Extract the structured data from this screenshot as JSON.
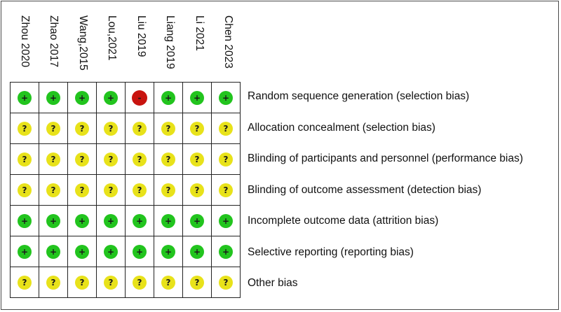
{
  "studies": [
    "Zhou 2020",
    "Zhao 2017",
    "Wang,2015",
    "Lou,2021",
    "Liu 2019",
    "Liang 2019",
    "Li 2021",
    "Chen 2023"
  ],
  "domains": [
    "Random sequence generation (selection bias)",
    "Allocation concealment (selection bias)",
    "Blinding of participants and personnel (performance bias)",
    "Blinding of outcome assessment (detection bias)",
    "Incomplete outcome data (attrition bias)",
    "Selective reporting (reporting bias)",
    "Other bias"
  ],
  "judgements": {
    "low": {
      "symbol": "+",
      "color": "#22c41e"
    },
    "unclear": {
      "symbol": "?",
      "color": "#e8e21a"
    },
    "high": {
      "symbol": "-",
      "color": "#c8140f"
    }
  },
  "matrix": [
    [
      "low",
      "low",
      "low",
      "low",
      "high",
      "low",
      "low",
      "low"
    ],
    [
      "unclear",
      "unclear",
      "unclear",
      "unclear",
      "unclear",
      "unclear",
      "unclear",
      "unclear"
    ],
    [
      "unclear",
      "unclear",
      "unclear",
      "unclear",
      "unclear",
      "unclear",
      "unclear",
      "unclear"
    ],
    [
      "unclear",
      "unclear",
      "unclear",
      "unclear",
      "unclear",
      "unclear",
      "unclear",
      "unclear"
    ],
    [
      "low",
      "low",
      "low",
      "low",
      "low",
      "low",
      "low",
      "low"
    ],
    [
      "low",
      "low",
      "low",
      "low",
      "low",
      "low",
      "low",
      "low"
    ],
    [
      "unclear",
      "unclear",
      "unclear",
      "unclear",
      "unclear",
      "unclear",
      "unclear",
      "unclear"
    ]
  ]
}
